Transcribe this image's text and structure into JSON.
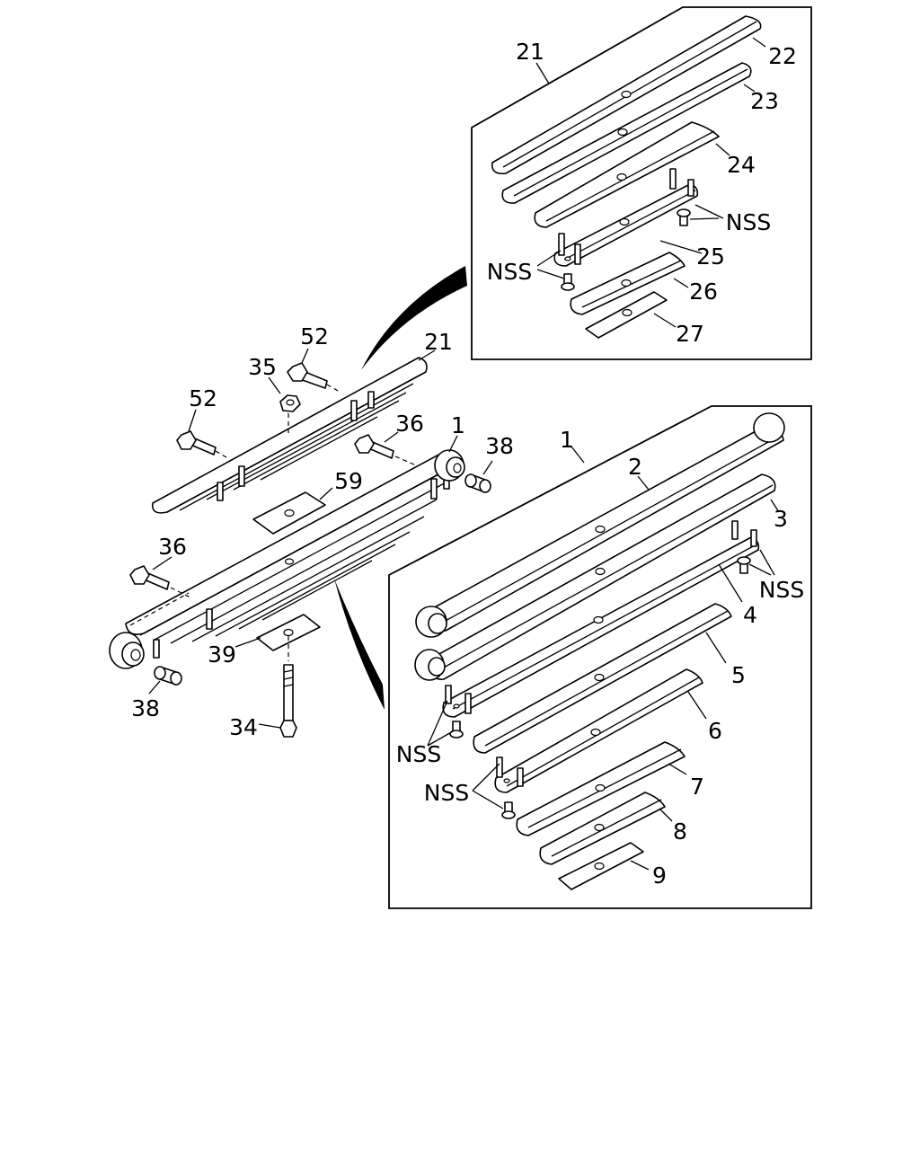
{
  "labels": {
    "n21_main": "21",
    "n52_top": "52",
    "n35": "35",
    "n52_left": "52",
    "n36_top": "36",
    "n1_main": "1",
    "n38_right": "38",
    "n59": "59",
    "n36_left": "36",
    "n39": "39",
    "n38_left": "38",
    "n34": "34",
    "n21_box": "21",
    "n22": "22",
    "n23": "23",
    "n24": "24",
    "nss_box1_right": "NSS",
    "n25": "25",
    "nss_box1_left": "NSS",
    "n26": "26",
    "n27": "27",
    "n1_box": "1",
    "n2": "2",
    "n3": "3",
    "nss_box2_right": "NSS",
    "n4": "4",
    "n5": "5",
    "n6": "6",
    "nss_box2_left1": "NSS",
    "nss_box2_left2": "NSS",
    "n7": "7",
    "n8": "8",
    "n9": "9"
  },
  "icons": {
    "bolt": "bolt-icon",
    "nut": "nut-icon",
    "bushing": "bushing-icon",
    "leaf": "leaf-spring-icon"
  },
  "colors": {
    "ink": "#000000",
    "paper": "#ffffff"
  }
}
